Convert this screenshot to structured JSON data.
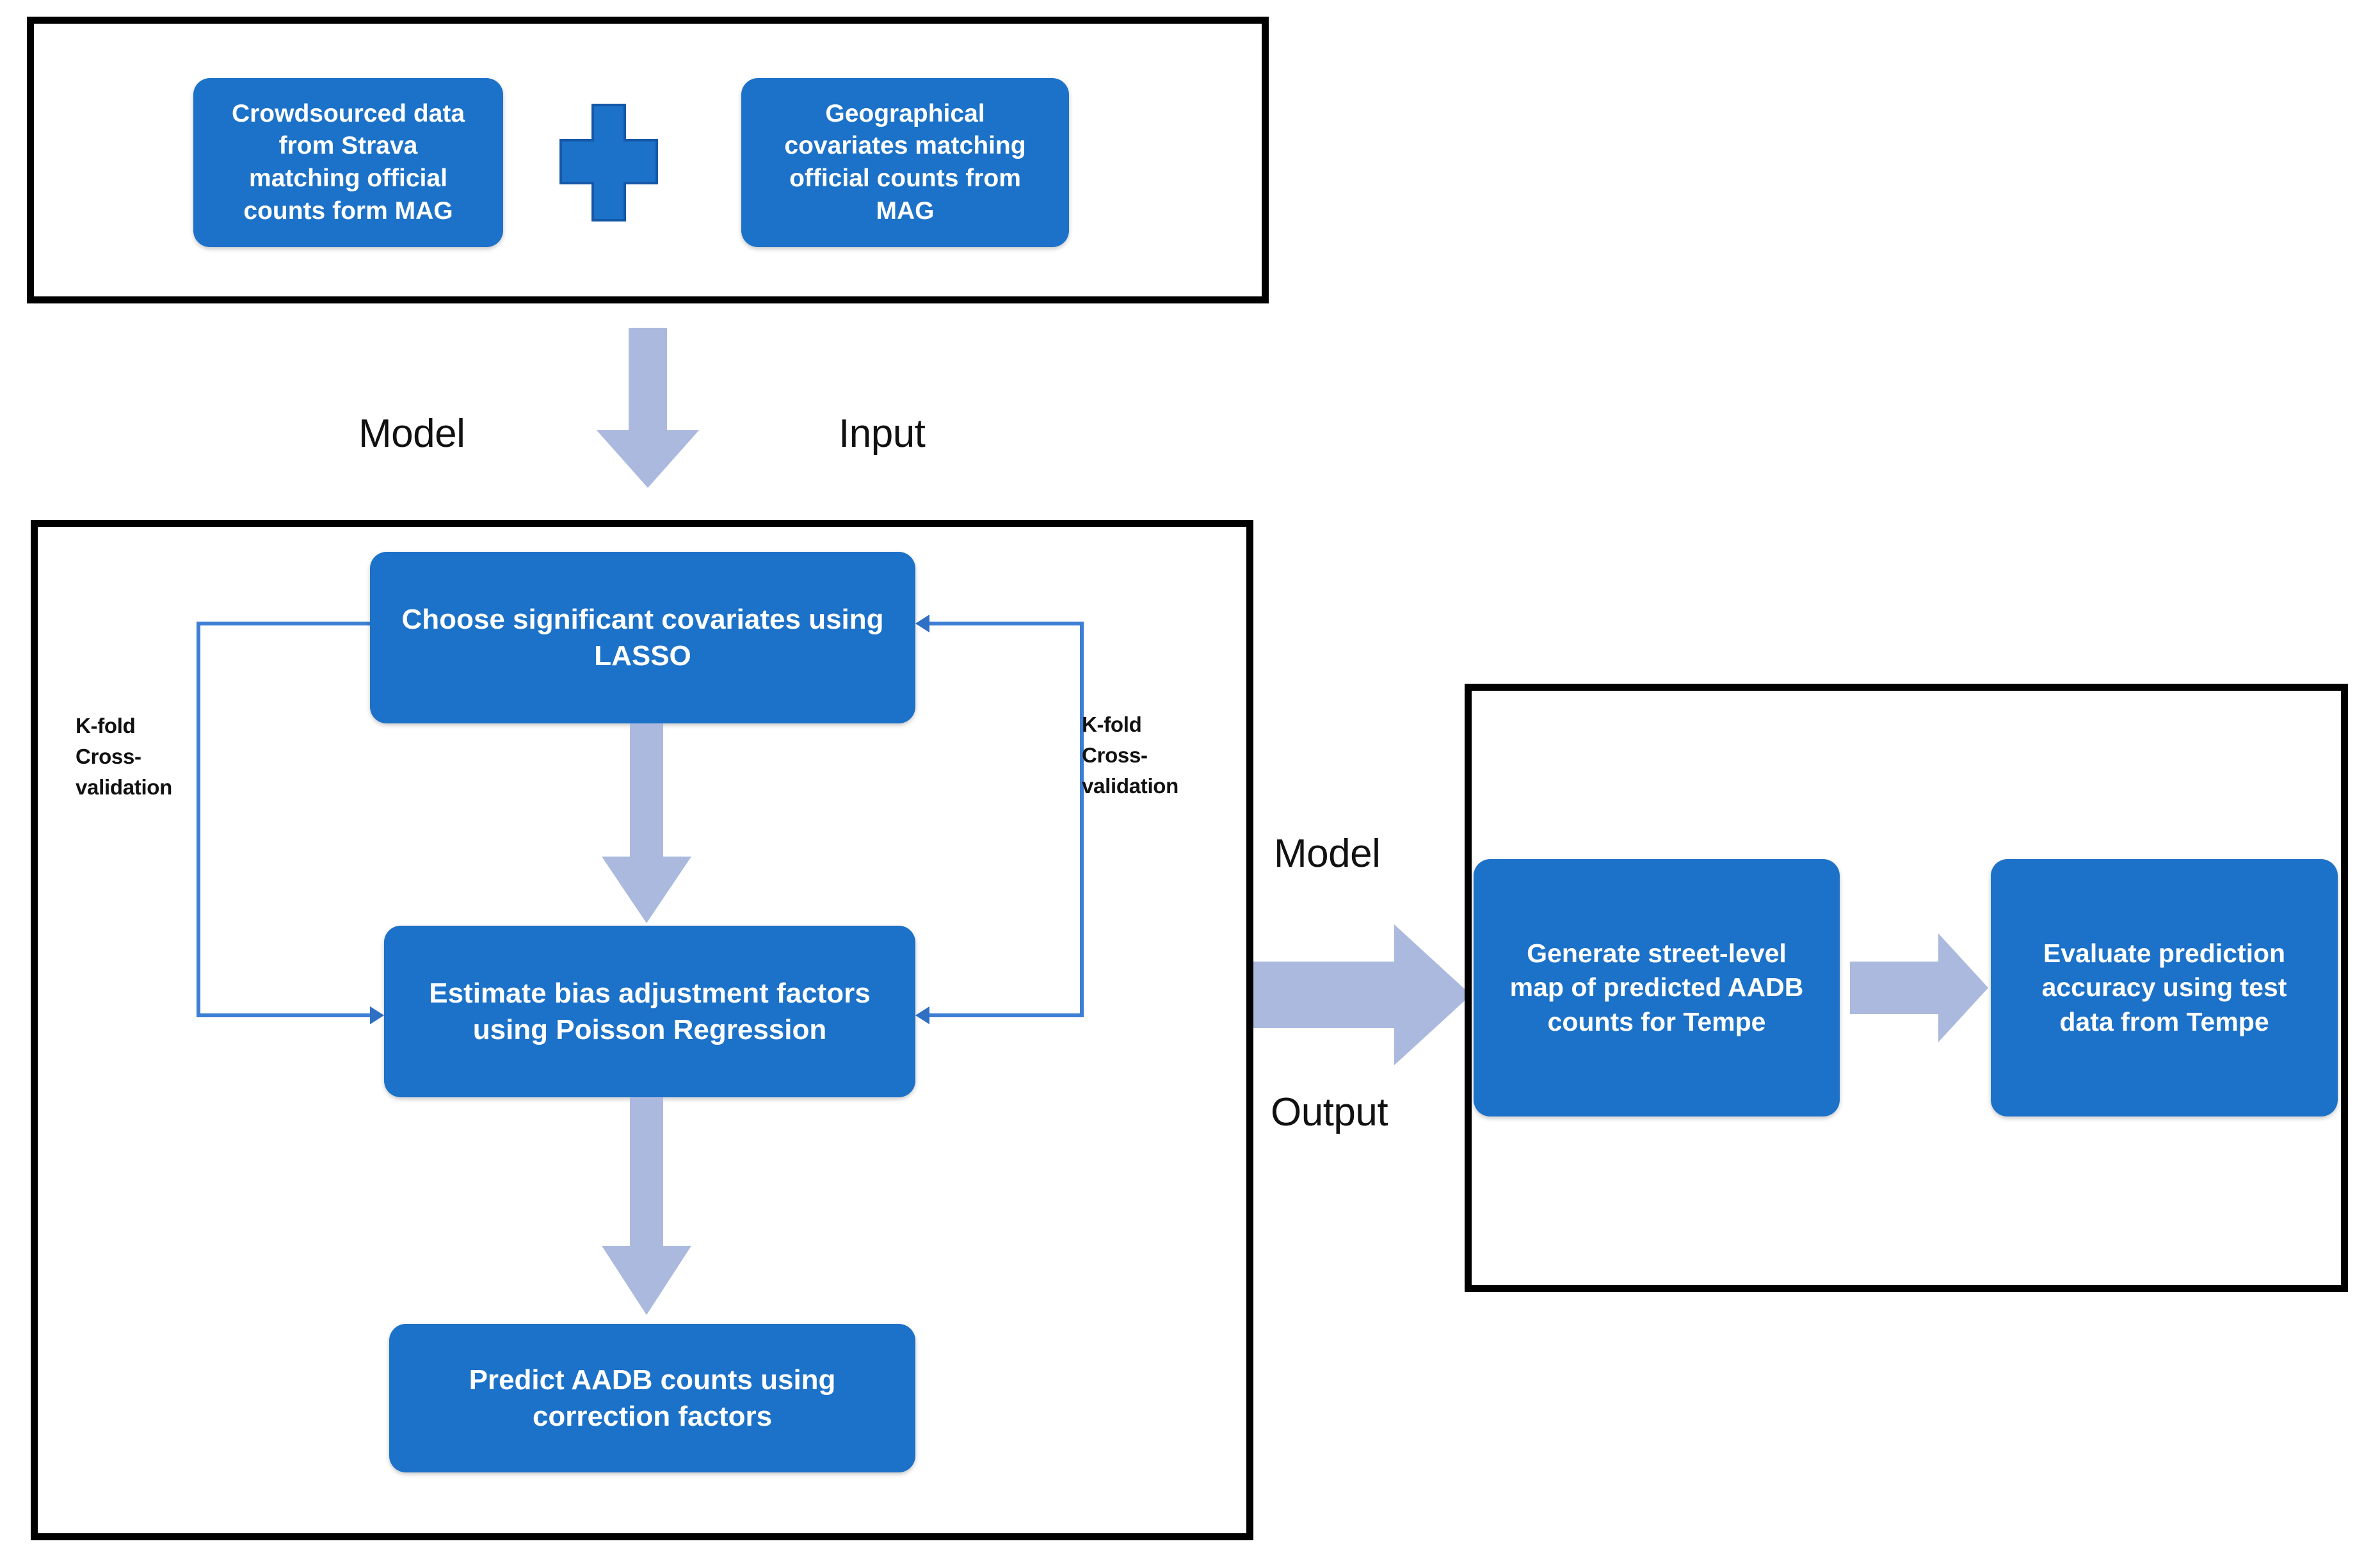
{
  "diagram": {
    "title_present": false,
    "colors": {
      "box_fill": "#1c71c8",
      "box_text": "#ffffff",
      "frame_border": "#000000",
      "block_arrow": "#aab9dd",
      "connector_line": "#3d7fd4",
      "label_text": "#111111",
      "background": "#ffffff"
    },
    "sections": [
      {
        "name": "input-section"
      },
      {
        "name": "model-section"
      },
      {
        "name": "output-section"
      }
    ]
  },
  "input_section": {
    "boxes": [
      {
        "id": "crowdsourced-data",
        "text": "Crowdsourced data\nfrom Strava\nmatching official\ncounts form MAG"
      },
      {
        "id": "geographical-covariates",
        "text": "Geographical\ncovariates matching\nofficial counts from\nMAG"
      }
    ],
    "operator": {
      "id": "plus-operator",
      "symbol": "+"
    }
  },
  "connectors": {
    "input_to_model": {
      "left_label": "Model",
      "right_label": "Input",
      "direction": "down"
    },
    "model_to_output": {
      "top_label": "Model",
      "bottom_label": "Output",
      "direction": "right"
    }
  },
  "model_section": {
    "boxes": [
      {
        "id": "choose-covariates-lasso",
        "text": "Choose significant covariates using\nLASSO"
      },
      {
        "id": "estimate-bias-poisson",
        "text": "Estimate bias adjustment factors\nusing Poisson Regression"
      },
      {
        "id": "predict-aadb-counts",
        "text": "Predict AADB counts using\ncorrection factors"
      }
    ],
    "feedback_labels": [
      {
        "id": "kfold-left",
        "text": "K-fold\nCross-\nvalidation"
      },
      {
        "id": "kfold-right",
        "text": "K-fold\nCross-\nvalidation"
      }
    ]
  },
  "output_section": {
    "boxes": [
      {
        "id": "generate-street-level-map",
        "text": "Generate street-level\nmap of predicted AADB\ncounts for Tempe"
      },
      {
        "id": "evaluate-prediction-accuracy",
        "text": "Evaluate prediction\naccuracy using test\ndata from Tempe"
      }
    ]
  }
}
